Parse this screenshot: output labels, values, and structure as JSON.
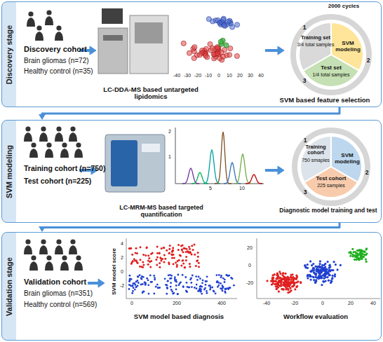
{
  "diagram": {
    "nodes": [
      {
        "text": [
          "Discovery stage"
        ]
      },
      {
        "text": [
          "SVM modeling"
        ]
      },
      {
        "text": [
          "Validation stage"
        ]
      }
    ],
    "edges": [
      {
        "from": 0,
        "to": 1,
        "arrow": "to"
      },
      {
        "from": 1,
        "to": 2,
        "arrow": "to"
      }
    ],
    "labels": [
      "Discovery cohort",
      "Brain gliomas (n=72)",
      "Healthy control (n=35)",
      "LC-DDA-MS based untargeted lipidomics",
      "-40",
      "-30",
      "-20",
      "-10",
      "0",
      "10",
      "20",
      "30",
      "40",
      "2000 cycles",
      "1",
      "Training set",
      "3/4 total samples",
      "SVM modeling",
      "2",
      "Test set",
      "1/4 total samples",
      "3",
      "SVM based feature selection",
      "Training cohort (n=750)",
      "Test cohort (n=225)",
      "LC-MRM-MS based targeted quantification",
      "2",
      "1",
      "5",
      "10",
      "1",
      "Training cohort",
      "750 smaples",
      "SVM modeling",
      "2",
      "3",
      "Test cohort",
      "225 samples",
      "Diagnostic model training and test",
      "Validation cohort",
      "Brain gliomas (n=351)",
      "Healthy control (n=569)",
      "SVM model score",
      "4",
      "2",
      "0",
      "-2",
      "0",
      "200",
      "400",
      "SVM model based diagnosis",
      "20",
      "0",
      "-20",
      "-40",
      "-20",
      "0",
      "20",
      "40",
      "Workflow evaluation"
    ]
  }
}
